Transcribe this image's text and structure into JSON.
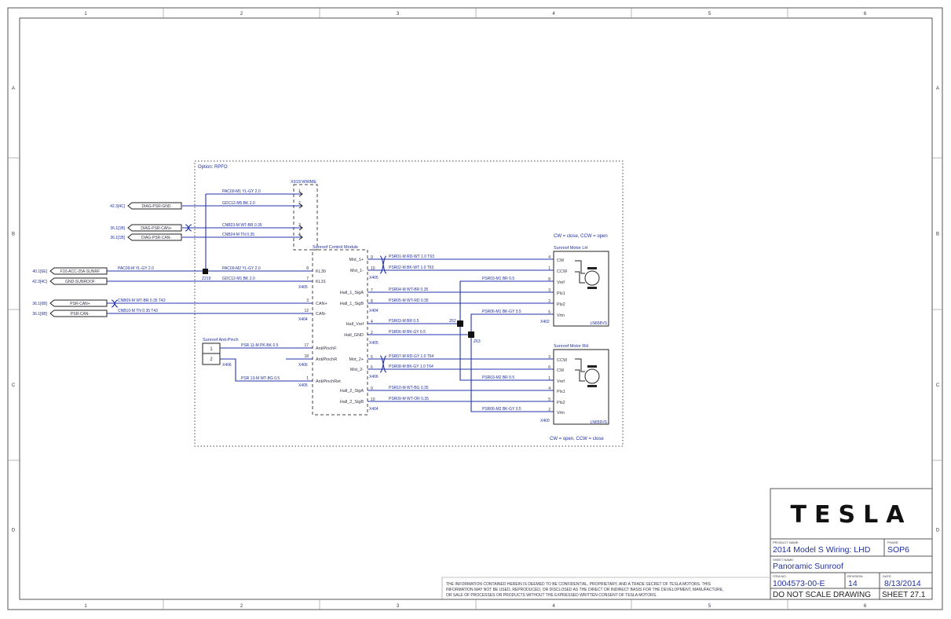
{
  "border": {
    "columns": [
      "1",
      "2",
      "3",
      "4",
      "5",
      "6"
    ],
    "rows": [
      "A",
      "B",
      "C",
      "D"
    ]
  },
  "option_label": "Option: RPFO",
  "header_connector": "X919:WWME",
  "module": {
    "title": "Sunroof Control Module",
    "left_pins": [
      {
        "num": "8",
        "label": "KL30"
      },
      {
        "num": "7",
        "label": "KL31"
      },
      {
        "num": "3",
        "label": "CAN+"
      },
      {
        "num": "12",
        "label": "CAN-"
      },
      {
        "num": "17",
        "label": "AntiPinchF"
      },
      {
        "num": "18",
        "label": "AntiPinchR"
      },
      {
        "num": "1",
        "label": "AntiPinchRet"
      }
    ],
    "right_pins": [
      {
        "num": "9",
        "label": "Mot_1+"
      },
      {
        "num": "10",
        "label": "Mot_1-"
      },
      {
        "num": "7",
        "label": "Hall_1_SigA"
      },
      {
        "num": "8",
        "label": "Hall_1_SigB"
      },
      {
        "num": "4",
        "label": "Hall_Vref"
      },
      {
        "num": "2",
        "label": "Hall_GND"
      },
      {
        "num": "5",
        "label": "Mot_2+"
      },
      {
        "num": "6",
        "label": "Mot_2-"
      },
      {
        "num": "9",
        "label": "Hall_2_SigA"
      },
      {
        "num": "10",
        "label": "Hall_2_SigB"
      }
    ],
    "connectors": [
      "X405",
      "X404",
      "X405",
      "X406",
      "X405",
      "X404",
      "X405",
      "X406",
      "X405",
      "X404"
    ]
  },
  "left_signals": [
    {
      "ref": "42.3[4C]",
      "name": "DIAG-PSR-GND",
      "wire": "GDC12-M5 BK 2.0",
      "pin": "2"
    },
    {
      "ref": "36.1[1B]",
      "name": "DIAG-PSR-CAN+",
      "wire": "CNB23-M WT-BR 0.35",
      "pin": "3"
    },
    {
      "ref": "36.1[1B]",
      "name": "DIAG-PSR-CAN-",
      "wire": "CNB24-M TN 0.35",
      "pin": "4"
    },
    {
      "ref": "40.1[6E]",
      "name": "F10-ACC-25A-SUNRF",
      "wire": "PAC09-M YL-GY 2.0"
    },
    {
      "ref": "42.3[4C]",
      "name": "GND-SUNROOF",
      "wire": "GDC12-M1 BK 2.0"
    },
    {
      "ref": "36.1[6B]",
      "name": "PSR-CAN+",
      "wire": "CNB09-M WT-BR 0.35 T43"
    },
    {
      "ref": "36.1[6B]",
      "name": "PSR-CAN-",
      "wire": "CNB10-M TN 0.35 T43"
    }
  ],
  "top_wire": {
    "wire": "PAC09-M1 YL-GY 2.0",
    "pin": "1"
  },
  "kl30_wire": "PAC09-M2 YL-GY 2.0",
  "splice_z219": "Z219",
  "anti_pinch": {
    "title": "Sunroof Anti-Pinch",
    "pins": [
      "1",
      "2"
    ],
    "conn": "X406",
    "wire1": "PSR 11-M PK-BK 0.5",
    "wire2": "PSR 13-M WT-BG 0.5"
  },
  "right_wires": [
    "PSR01-M RD-WT 1.0 T63",
    "PSR02-M BK-WT 1.0 T63",
    "PSR04-M WT-BR 0.35",
    "PSR05-M WT-RD 0.35",
    "PSR03-M BR 0.5",
    "PSR06-M BK-GY 0.5",
    "PSR07-M RD-GY 1.0 T64",
    "PSR08-M BK-GY 1.0 T64",
    "PSR10-M WT-BG 0.35",
    "PSR09-M WT-OR 0.35"
  ],
  "branch_wires": {
    "vref_lh": "PSR03-M1 BR 0.5",
    "vtn_lh": "PSR06-M1 BK-GY 0.5",
    "vref_rh": "PSR03-M2 BR 0.5",
    "vtn_rh": "PSR06-M2 BK-GY 0.5"
  },
  "splices": [
    "Z62",
    "Z63"
  ],
  "motor_lh": {
    "note": "CW = close, CCW = open",
    "title": "Sunroof Motor LH",
    "pins": [
      {
        "num": "4",
        "label": "CW"
      },
      {
        "num": "1",
        "label": "CCW"
      },
      {
        "num": "8",
        "label": "Vref"
      },
      {
        "num": "3",
        "label": "Pls1"
      },
      {
        "num": "2",
        "label": "Pls2"
      },
      {
        "num": "5",
        "label": "Vrtn"
      }
    ],
    "conn": "X402",
    "part": "LN658VS"
  },
  "motor_rh": {
    "note": "CW = open, CCW = close",
    "title": "Sunroof Motor RH",
    "pins": [
      {
        "num": "3",
        "label": "CCW"
      },
      {
        "num": "6",
        "label": "CW"
      },
      {
        "num": "1",
        "label": "Vref"
      },
      {
        "num": "4",
        "label": "Pls1"
      },
      {
        "num": "5",
        "label": "Pls2"
      },
      {
        "num": "2",
        "label": "Vrtn"
      }
    ],
    "conn": "X400",
    "part": "LN659VS"
  },
  "disclaimer": [
    "THE INFORMATION CONTAINED HEREIN IS DEEMED TO BE CONFIDENTIAL, PROPRIETARY, AND A TRADE SECRET OF TESLA MOTORS. THIS",
    "INFORMATION MAY NOT BE USED, REPRODUCED, OR DISCLOSED AS THE DIRECT OR INDIRECT BASIS FOR THE DEVELOPMENT, MANUFACTURE,",
    "OR SALE OF PROCESSES OR PRODUCTS WITHOUT THE EXPRESSED WRITTEN CONSENT OF TESLA MOTORS."
  ],
  "title_block": {
    "logo": "TESLA",
    "product_label": "PRODUCT NAME:",
    "product": "2014 Model S Wiring: LHD",
    "phase_label": "PHASE:",
    "phase": "SOP6",
    "sheet_name_label": "SHEET NAME:",
    "sheet_name": "Panoramic Sunroof",
    "item_label": "ITEM NO.",
    "item": "1004573-00-E",
    "rev_label": "REVISION:",
    "rev": "14",
    "date_label": "DATE:",
    "date": "8/13/2014",
    "scale_note": "DO NOT SCALE DRAWING",
    "sheet": "SHEET 27.1"
  }
}
